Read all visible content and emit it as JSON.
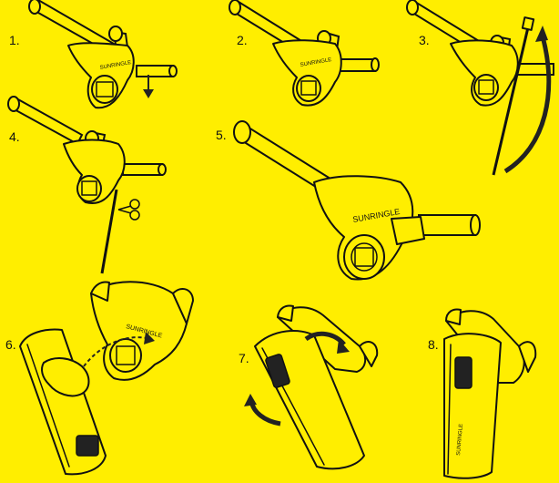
{
  "colors": {
    "background": "#ffee00",
    "line": "#111111",
    "arrow": "#222222"
  },
  "steps": [
    {
      "label": "1."
    },
    {
      "label": "2."
    },
    {
      "label": "3."
    },
    {
      "label": "4."
    },
    {
      "label": "5."
    },
    {
      "label": "6."
    },
    {
      "label": "7."
    },
    {
      "label": "8."
    }
  ],
  "brand_mark": "SUNRINGLE"
}
